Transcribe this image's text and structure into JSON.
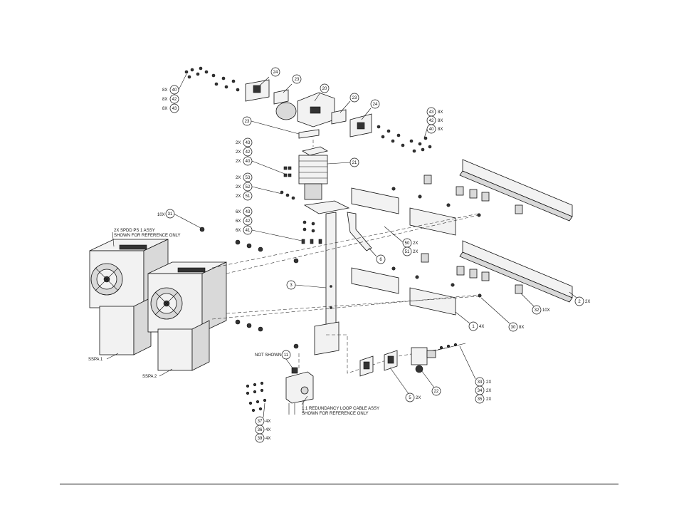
{
  "callouts": [
    {
      "id": "c24a",
      "num": "24",
      "qty": ""
    },
    {
      "id": "c23a",
      "num": "23",
      "qty": ""
    },
    {
      "id": "c20",
      "num": "20",
      "qty": ""
    },
    {
      "id": "c23b",
      "num": "23",
      "qty": ""
    },
    {
      "id": "c24b",
      "num": "24",
      "qty": ""
    },
    {
      "id": "c23c",
      "num": "23",
      "qty": ""
    },
    {
      "id": "c40a",
      "num": "40",
      "qty": "8X"
    },
    {
      "id": "c42a",
      "num": "42",
      "qty": "8X"
    },
    {
      "id": "c43a",
      "num": "43",
      "qty": "8X"
    },
    {
      "id": "c43b",
      "num": "43",
      "qty": "8X"
    },
    {
      "id": "c42b",
      "num": "42",
      "qty": "8X"
    },
    {
      "id": "c40b",
      "num": "40",
      "qty": "8X"
    },
    {
      "id": "c43c",
      "num": "43",
      "qty": "2X"
    },
    {
      "id": "c42c",
      "num": "42",
      "qty": "2X"
    },
    {
      "id": "c40c",
      "num": "40",
      "qty": "2X"
    },
    {
      "id": "c21",
      "num": "21",
      "qty": ""
    },
    {
      "id": "c53",
      "num": "53",
      "qty": "2X"
    },
    {
      "id": "c52",
      "num": "52",
      "qty": "2X"
    },
    {
      "id": "c51a",
      "num": "51",
      "qty": "2X"
    },
    {
      "id": "c31",
      "num": "31",
      "qty": "10X"
    },
    {
      "id": "c43d",
      "num": "43",
      "qty": "6X"
    },
    {
      "id": "c42d",
      "num": "42",
      "qty": "6X"
    },
    {
      "id": "c41",
      "num": "41",
      "qty": "6X"
    },
    {
      "id": "c50",
      "num": "50",
      "qty": "2X"
    },
    {
      "id": "c51b",
      "num": "51",
      "qty": "2X"
    },
    {
      "id": "c6",
      "num": "6",
      "qty": ""
    },
    {
      "id": "c3",
      "num": "3",
      "qty": ""
    },
    {
      "id": "c32",
      "num": "32",
      "qty": "10X"
    },
    {
      "id": "c2",
      "num": "2",
      "qty": "2X"
    },
    {
      "id": "c1",
      "num": "1",
      "qty": "4X"
    },
    {
      "id": "c30",
      "num": "30",
      "qty": "8X"
    },
    {
      "id": "c11",
      "num": "11",
      "qty": ""
    },
    {
      "id": "c5",
      "num": "5",
      "qty": "2X"
    },
    {
      "id": "c22",
      "num": "22",
      "qty": ""
    },
    {
      "id": "c33",
      "num": "33",
      "qty": "2X"
    },
    {
      "id": "c34",
      "num": "34",
      "qty": "2X"
    },
    {
      "id": "c35",
      "num": "35",
      "qty": "2X"
    },
    {
      "id": "c37",
      "num": "37",
      "qty": "4X"
    },
    {
      "id": "c36",
      "num": "36",
      "qty": "4X"
    },
    {
      "id": "c39",
      "num": "39",
      "qty": "4X"
    }
  ],
  "notes": {
    "spdd_line1": "2X SPDD PS 1 ASSY",
    "spdd_line2": "SHOWN FOR REFERENCE ONLY",
    "ssp1": "SSPA 1",
    "ssp2": "SSPA 2",
    "not_shown": "NOT SHOWN",
    "loop_line1": "1:1 REDUNDANCY LOOP CABLE ASSY",
    "loop_line2": "SHOWN FOR REFERENCE ONLY"
  }
}
